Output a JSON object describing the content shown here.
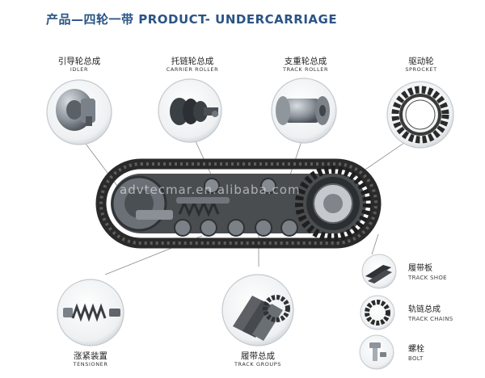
{
  "title": "产品—四轮一带 PRODUCT- UNDERCARRIAGE",
  "watermark": "advtecmar.en.alibaba.com",
  "components": [
    {
      "zh": "引导轮总成",
      "en": "IDLER"
    },
    {
      "zh": "托链轮总成",
      "en": "CARRIER ROLLER"
    },
    {
      "zh": "支重轮总成",
      "en": "TRACK ROLLER"
    },
    {
      "zh": "驱动轮",
      "en": "SPROCKET"
    },
    {
      "zh": "履带板",
      "en": "TRACK SHOE"
    },
    {
      "zh": "轨链总成",
      "en": "TRACK CHAINS"
    },
    {
      "zh": "螺栓",
      "en": "BOLT"
    },
    {
      "zh": "履带总成",
      "en": "TRACK GROUPS"
    },
    {
      "zh": "涨紧装置",
      "en": "TENSIONER"
    }
  ],
  "colors": {
    "title": "#2a5485",
    "track": "#2c2c2c",
    "roller": "#9aa0a6",
    "ring": "#cfd3d7",
    "leader": "#8a8a8a"
  }
}
